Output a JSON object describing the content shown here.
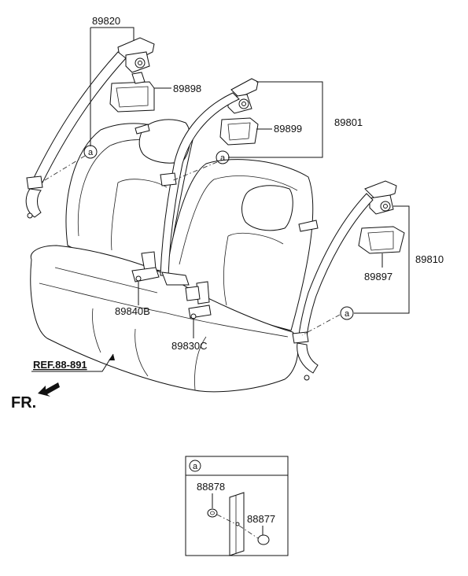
{
  "labels": {
    "p89820": "89820",
    "p89898": "89898",
    "p89899": "89899",
    "p89801": "89801",
    "p89810": "89810",
    "p89897": "89897",
    "p89840B": "89840B",
    "p89830C": "89830C",
    "ref": "REF.88-891",
    "fr": "FR.",
    "callout": "a",
    "p88878": "88878",
    "p88877": "88877"
  }
}
